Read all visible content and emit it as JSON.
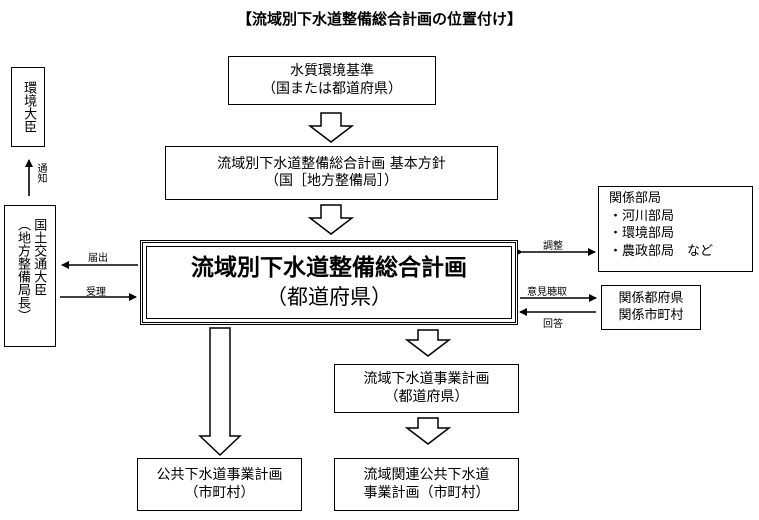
{
  "title": "【流域別下水道整備総合計画の位置付け】",
  "boxes": {
    "minister": "環境大臣",
    "mlit": "国土交通大臣",
    "mlit_sub": "（地方整備局長）",
    "standard": {
      "line1": "水質環境基準",
      "line2": "（国または都道府県）"
    },
    "policy": {
      "line1": "流域別下水道整備総合計画 基本方針",
      "line2": "（国［地方整備局］）"
    },
    "main": {
      "line1": "流域別下水道整備総合計画",
      "line2": "（都道府県）"
    },
    "depts": {
      "heading": "関係部局",
      "items": [
        "・河川部局",
        "・環境部局",
        "・農政部局　など"
      ]
    },
    "prefs": {
      "line1": "関係都府県",
      "line2": "関係市町村"
    },
    "basin_project": {
      "line1": "流域下水道事業計画",
      "line2": "（都道府県）"
    },
    "public_project": {
      "line1": "公共下水道事業計画",
      "line2": "（市町村）"
    },
    "related_project": {
      "line1": "流域関連公共下水道",
      "line2": "事業計画（市町村）"
    }
  },
  "labels": {
    "notify": "通知",
    "submit": "届出",
    "accept": "受理",
    "coordinate": "調整",
    "hearing": "意見聴取",
    "reply": "回答"
  }
}
